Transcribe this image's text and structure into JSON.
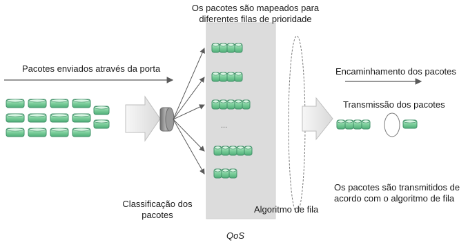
{
  "labels": {
    "mapped_line1": "Os pacotes são mapeados para",
    "mapped_line2": "diferentes filas de prioridade",
    "sent_through_port": "Pacotes enviados através da porta",
    "forwarding": "Encaminhamento dos pacotes",
    "transmission": "Transmissão dos pacotes",
    "classification_line1": "Classificação dos",
    "classification_line2": "pacotes",
    "queue_algorithm": "Algoritmo de fila",
    "transmitted_line1": "Os pacotes são transmitidos de",
    "transmitted_line2": "acordo com o algoritmo de fila",
    "queue_ellipsis": "...",
    "caption": "QoS"
  },
  "colors": {
    "packet_fill": "#7dcf9c",
    "packet_stroke": "#3f8f67",
    "queue_panel": "#dcdcdc",
    "arrow_fill": "#e8e8e8",
    "arrow_stroke": "#bdbdbd",
    "line": "#5a5a5a",
    "classifier": "#8c8c8c"
  }
}
